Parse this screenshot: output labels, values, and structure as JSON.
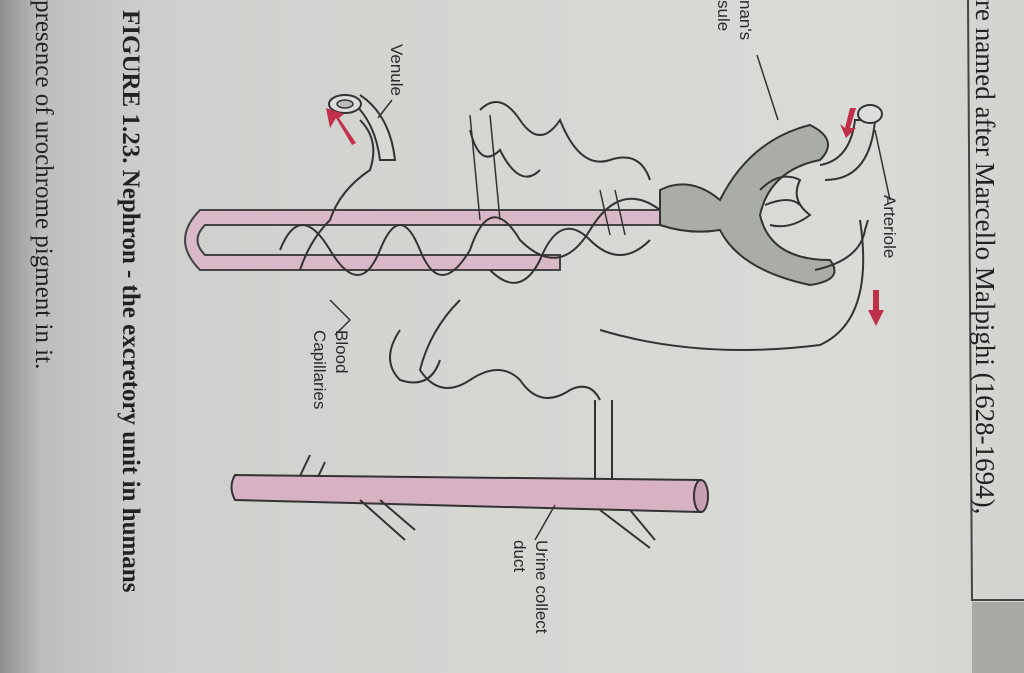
{
  "page_text": {
    "top_line": "re named after Marcello Malpighi (1628-1694),",
    "caption": "FIGURE 1.23. Nephron - the excretory unit in humans",
    "bottom_line": "presence of urochrome pigment in it."
  },
  "labels": {
    "bowmans_capsule": "nan's\nsule",
    "venule": "Venule",
    "arteriole": "Arteriole",
    "blood_capillaries": "Blood\nCapillaries",
    "urine_collecting_duct": "Urine collect\nduct"
  },
  "colors": {
    "tubule_pink": "#d9b3c4",
    "capsule_gray": "#a9ada6",
    "arrow_red": "#c0304a"
  }
}
